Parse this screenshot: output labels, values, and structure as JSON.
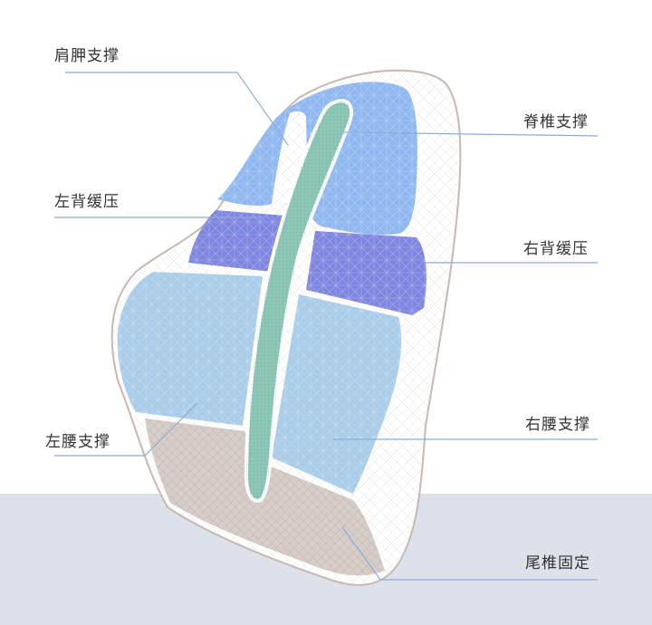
{
  "labels": {
    "shoulder_support": "肩胛支撑",
    "spine_support": "脊椎支撑",
    "left_back_relief": "左背缓压",
    "right_back_relief": "右背缓压",
    "left_lumbar_support": "左腰支撑",
    "right_lumbar_support": "右腰支撑",
    "tailbone_fixation": "尾椎固定"
  },
  "colors": {
    "shoulder_zone": "#8fb8f0",
    "back_relief_zone": "#7f86e0",
    "lumbar_zone": "#a9cce8",
    "spine_channel": "#8fc7b8",
    "tail_zone": "#d6ccc8",
    "floor": "#dde2ea",
    "leader_line": "#8aaed8"
  }
}
